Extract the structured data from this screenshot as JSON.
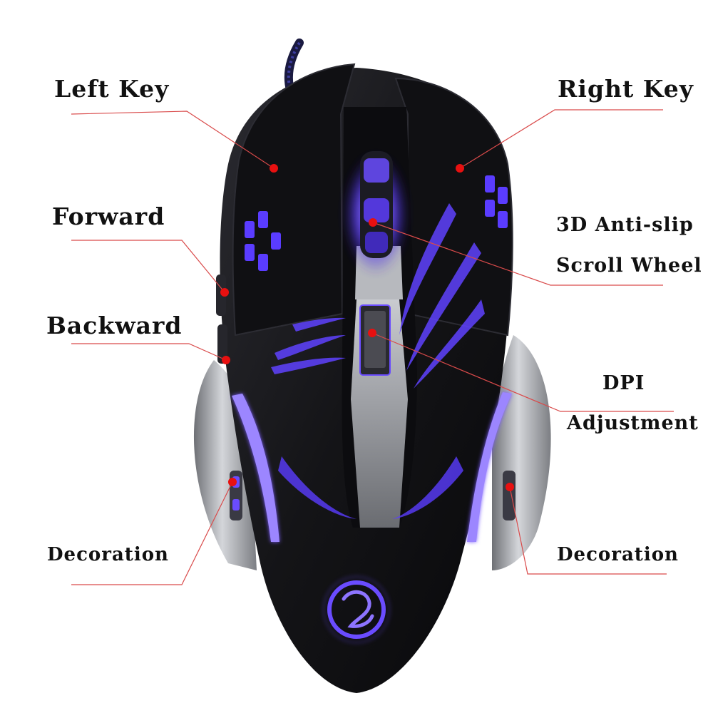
{
  "colors": {
    "callout_line": "#d94a4a",
    "callout_dot": "#e81010",
    "led_glow": "#6a4cff",
    "body": "#17171b",
    "silver": "#a9abb0"
  },
  "logo_icon": "dragon-emblem-icon",
  "labels": {
    "left_key": "Left Key",
    "right_key": "Right Key",
    "forward": "Forward",
    "backward": "Backward",
    "scroll_line1": "3D Anti-slip",
    "scroll_line2": "Scroll Wheel",
    "dpi_line1": "DPI",
    "dpi_line2": "Adjustment",
    "decoration_left": "Decoration",
    "decoration_right": "Decoration"
  }
}
